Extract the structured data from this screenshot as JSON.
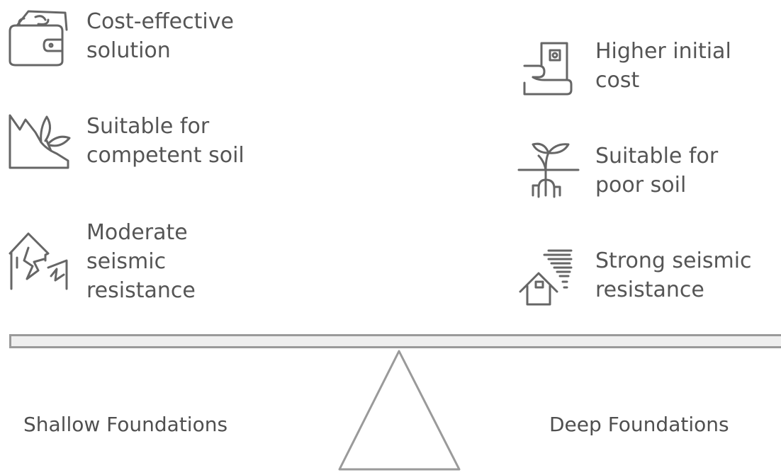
{
  "left": {
    "title": "Shallow Foundations",
    "items": [
      {
        "icon": "wallet-icon",
        "text": "Cost-effective\nsolution"
      },
      {
        "icon": "plant-slope-icon",
        "text": "Suitable for\ncompetent soil"
      },
      {
        "icon": "cracked-house-icon",
        "text": "Moderate\nseismic\nresistance"
      }
    ]
  },
  "right": {
    "title": "Deep Foundations",
    "items": [
      {
        "icon": "hand-money-icon",
        "text": "Higher initial\ncost"
      },
      {
        "icon": "sprout-roots-icon",
        "text": "Suitable for\npoor soil"
      },
      {
        "icon": "house-wind-icon",
        "text": "Strong seismic\nresistance"
      }
    ]
  },
  "colors": {
    "text": "#555555",
    "stroke": "#666666",
    "beam_fill": "#efefef",
    "beam_border": "#9a9a9a"
  }
}
